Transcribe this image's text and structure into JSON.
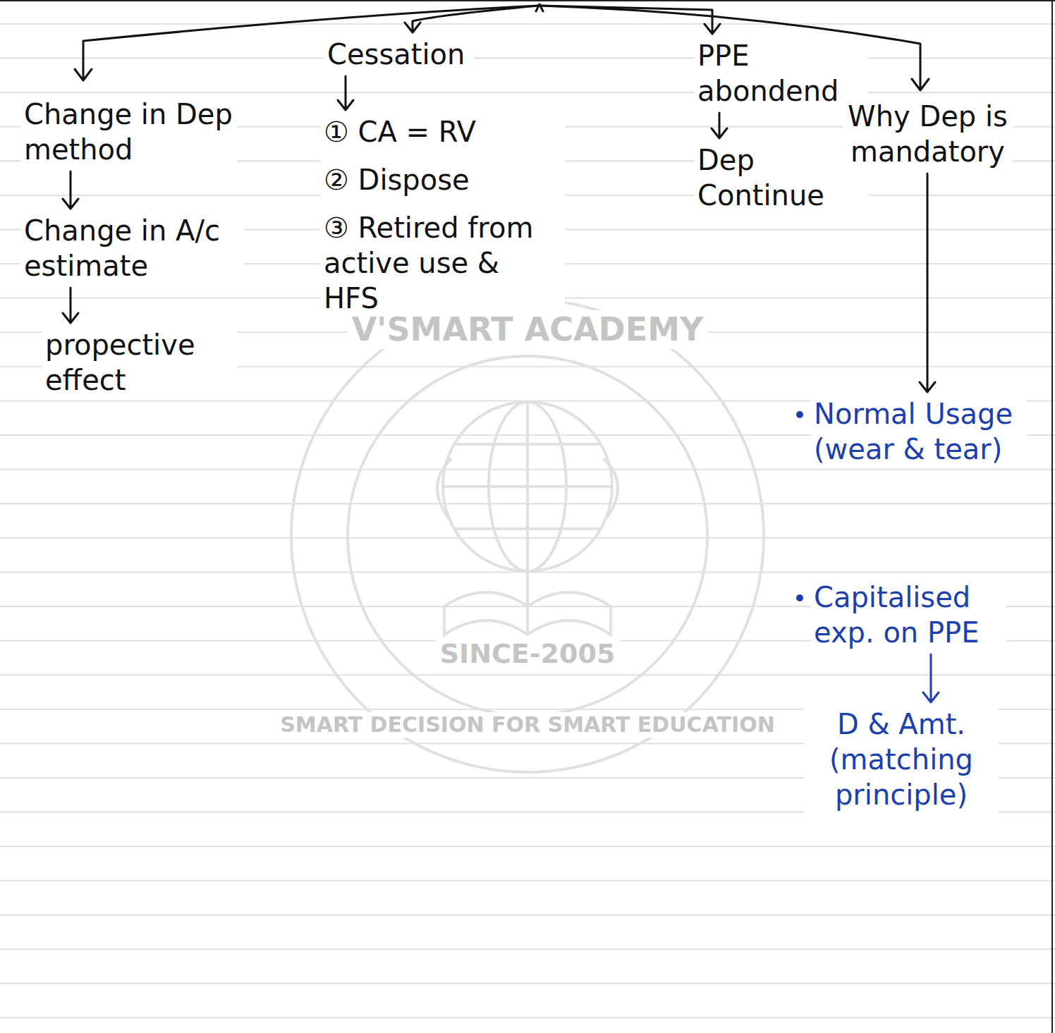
{
  "diagram": {
    "nodes": [
      {
        "text": [
          "Change in Dep method"
        ]
      },
      {
        "text": [
          "Change in A/c estimate"
        ]
      },
      {
        "text": [
          "propective effect"
        ]
      },
      {
        "text": [
          "Cessation"
        ]
      },
      {
        "text": [
          "① CA = RV",
          "② Dispose",
          "③ Retired from active use & HFS"
        ]
      },
      {
        "text": [
          "PPE abondend"
        ]
      },
      {
        "text": [
          "Dep Continue"
        ]
      },
      {
        "text": [
          "Why Dep is mandatory"
        ]
      },
      {
        "text": [
          "Normal Usage (wear & tear)"
        ]
      },
      {
        "text": [
          "Capitalised exp. on PPE"
        ]
      },
      {
        "text": [
          "D & Amt. (matching principle)"
        ]
      }
    ],
    "edges": [
      {
        "from": 0,
        "to": 1,
        "arrow": "to"
      },
      {
        "from": 1,
        "to": 2,
        "arrow": "to"
      },
      {
        "from": 3,
        "to": 4,
        "arrow": "to"
      },
      {
        "from": 5,
        "to": 6,
        "arrow": "to"
      },
      {
        "from": 7,
        "to": 8,
        "arrow": "to"
      },
      {
        "from": 9,
        "to": 10,
        "arrow": "to"
      }
    ],
    "labels": [
      "V'SMART ACADEMY",
      "SINCE-2005",
      "SMART DECISION FOR SMART EDUCATION"
    ]
  }
}
